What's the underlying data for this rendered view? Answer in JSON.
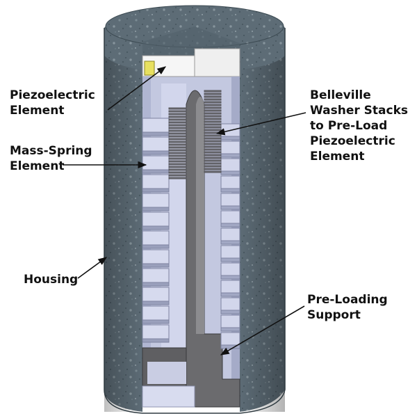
{
  "diagram": {
    "labels": {
      "piezo": [
        "Piezoelectric",
        "Element"
      ],
      "belleville": [
        "Belleville",
        "Washer Stacks",
        "to Pre-Load",
        "Piezoelectric",
        "Element"
      ],
      "mass_spring": [
        "Mass-Spring",
        "Element"
      ],
      "housing": [
        "Housing"
      ],
      "preloading": [
        "Pre-Loading",
        "Support"
      ]
    },
    "colors": {
      "housing": "#5a6a74",
      "housing_dark": "#3c4a52",
      "cavity": "#b9bfd8",
      "cavity_dark": "#8f95b0",
      "post": "#6c6c6e",
      "post_light": "#8a8a8c",
      "piezo": "#e8e060",
      "white_cap": "#f4f4f4",
      "washer": "#7a7a80",
      "mass_block": "#d8dcef"
    }
  }
}
